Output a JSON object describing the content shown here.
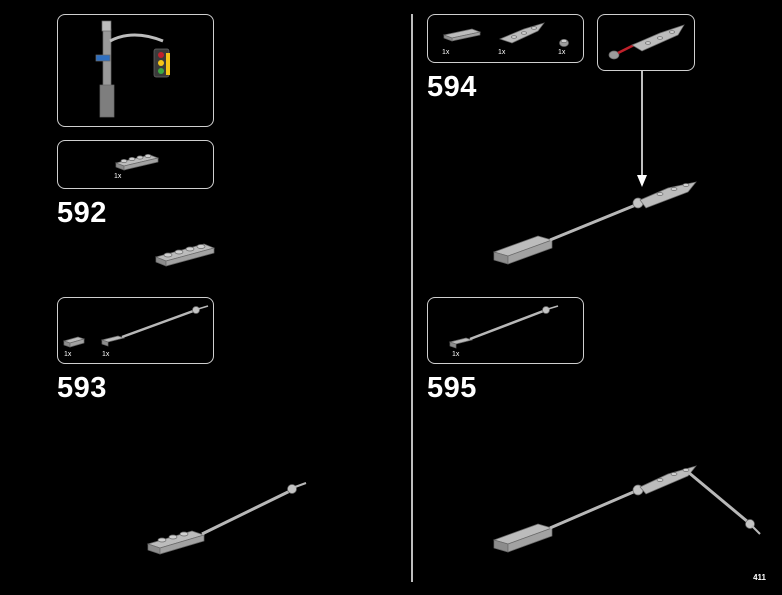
{
  "steps": [
    {
      "number": "592",
      "parts": [
        {
          "qty": "1x"
        }
      ]
    },
    {
      "number": "593",
      "parts": [
        {
          "qty": "1x"
        },
        {
          "qty": "1x"
        }
      ]
    },
    {
      "number": "594",
      "parts": [
        {
          "qty": "1x"
        },
        {
          "qty": "1x"
        },
        {
          "qty": "1x"
        }
      ]
    },
    {
      "number": "595",
      "parts": [
        {
          "qty": "1x"
        }
      ]
    }
  ],
  "page_number": "411",
  "colors": {
    "background": "#000000",
    "frame": "#cfcfcf",
    "brick_grey": "#a9a9a9",
    "accent_red": "#c0212b",
    "accent_yellow": "#f5c518",
    "accent_blue": "#2f6fbf"
  }
}
